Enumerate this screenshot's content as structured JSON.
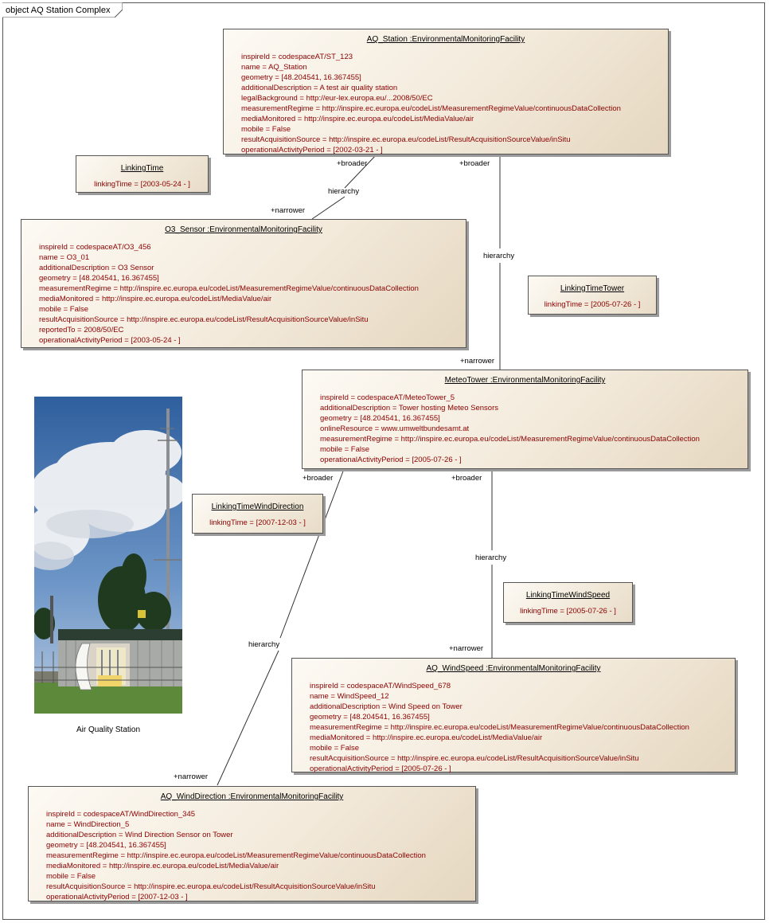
{
  "frame": {
    "title": "object AQ Station Complex"
  },
  "objects": {
    "aq_station": {
      "title": "AQ_Station :EnvironmentalMonitoringFacility",
      "attributes": [
        "inspireId = codespaceAT/ST_123",
        "name = AQ_Station",
        "geometry = [48.204541, 16.367455]",
        "additionalDescription = A test air quality station",
        "legalBackground = http://eur-lex.europa.eu/...2008/50/EC",
        "measurementRegime = http://inspire.ec.europa.eu/codeList/MeasurementRegimeValue/continuousDataCollection",
        "mediaMonitored = http://inspire.ec.europa.eu/codeList/MediaValue/air",
        "mobile = False",
        "resultAcquisitionSource =  http://inspire.ec.europa.eu/codeList/ResultAcquisitionSourceValue/inSitu",
        "operationalActivityPeriod = [2002-03-21 - ]"
      ]
    },
    "o3_sensor": {
      "title": "O3_Sensor :EnvironmentalMonitoringFacility",
      "attributes": [
        "inspireId = codespaceAT/O3_456",
        "name = O3_01",
        "additionalDescription = O3 Sensor",
        "geometry = [48.204541, 16.367455]",
        "measurementRegime = http://inspire.ec.europa.eu/codeList/MeasurementRegimeValue/continuousDataCollection",
        "mediaMonitored = http://inspire.ec.europa.eu/codeList/MediaValue/air",
        "mobile = False",
        "resultAcquisitionSource = http://inspire.ec.europa.eu/codeList/ResultAcquisitionSourceValue/inSitu",
        "reportedTo = 2008/50/EC",
        "operationalActivityPeriod = [2003-05-24 - ]"
      ]
    },
    "meteo_tower": {
      "title": "MeteoTower :EnvironmentalMonitoringFacility",
      "attributes": [
        "inspireId = codespaceAT/MeteoTower_5",
        "additionalDescription = Tower hosting Meteo Sensors",
        "geometry = [48.204541, 16.367455]",
        "onlineResource = www.umweltbundesamt.at",
        "measurementRegime = http://inspire.ec.europa.eu/codeList/MeasurementRegimeValue/continuousDataCollection",
        "mobile = False",
        "operationalActivityPeriod = [2005-07-26 - ]"
      ]
    },
    "aq_windspeed": {
      "title": "AQ_WindSpeed :EnvironmentalMonitoringFacility",
      "attributes": [
        "inspireId = codespaceAT/WindSpeed_678",
        "name = WindSpeed_12",
        "additionalDescription = Wind Speed on Tower",
        "geometry = [48.204541, 16.367455]",
        "measurementRegime = http://inspire.ec.europa.eu/codeList/MeasurementRegimeValue/continuousDataCollection",
        "mediaMonitored = http://inspire.ec.europa.eu/codeList/MediaValue/air",
        "mobile = False",
        "resultAcquisitionSource = http://inspire.ec.europa.eu/codeList/ResultAcquisitionSourceValue/inSitu",
        "operationalActivityPeriod = [2005-07-26 - ]"
      ]
    },
    "aq_winddirection": {
      "title": "AQ_WindDirection :EnvironmentalMonitoringFacility",
      "attributes": [
        "inspireId = codespaceAT/WindDirection_345",
        "name = WindDirection_5",
        "additionalDescription = Wind Direction Sensor on Tower",
        "geometry = [48.204541, 16.367455]",
        "measurementRegime =  http://inspire.ec.europa.eu/codeList/MeasurementRegimeValue/continuousDataCollection",
        "mediaMonitored = http://inspire.ec.europa.eu/codeList/MediaValue/air",
        "mobile = False",
        "resultAcquisitionSource = http://inspire.ec.europa.eu/codeList/ResultAcquisitionSourceValue/inSitu",
        "operationalActivityPeriod = [2007-12-03 - ]"
      ]
    }
  },
  "link_objects": {
    "linking_time": {
      "title": "LinkingTime",
      "value": "linkingTime = [2003-05-24 - ]"
    },
    "linking_time_tower": {
      "title": "LinkingTimeTower",
      "value": "linkingTime = [2005-07-26 - ]"
    },
    "linking_time_wind_direction": {
      "title": "LinkingTimeWindDirection",
      "value": "linkingTime = [2007-12-03 - ]"
    },
    "linking_time_wind_speed": {
      "title": "LinkingTimeWindSpeed",
      "value": "linkingTime = [2005-07-26 - ]"
    }
  },
  "associations": {
    "broader": "+broader",
    "narrower": "+narrower",
    "hierarchy": "hierarchy"
  },
  "photo": {
    "caption": "Air Quality Station"
  },
  "colors": {
    "attribute_text": "#8b0000",
    "box_fill_light": "#fdfaf4",
    "box_fill_dark": "#e5d7c0",
    "border": "#555555"
  }
}
